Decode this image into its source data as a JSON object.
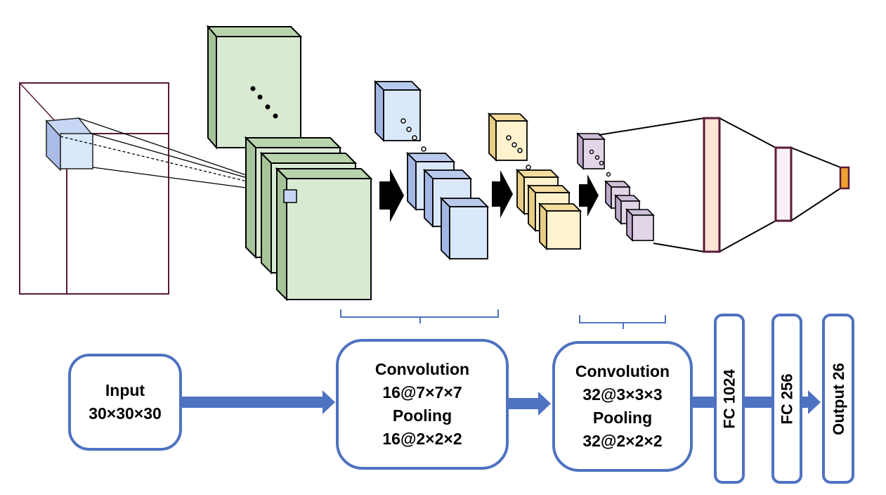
{
  "colors": {
    "accent": "#4f72c1",
    "input_volume_edge": "#5a1a3a",
    "conv1_maps": "#d9ead3",
    "pool1_maps": "#dae8fc",
    "conv2_maps": "#fff2cc",
    "pool2_maps": "#e1d5e7",
    "fc1024_layer": "#fce4d6",
    "output_layer": "#f0a030",
    "transition_arrow": "#000000"
  },
  "blocks": {
    "input": {
      "line1": "Input",
      "line2": "30×30×30"
    },
    "conv1": {
      "line1": "Convolution",
      "line2": "16@7×7×7",
      "line3": "Pooling",
      "line4": "16@2×2×2"
    },
    "conv2": {
      "line1": "Convolution",
      "line2": "32@3×3×3",
      "line3": "Pooling",
      "line4": "32@2×2×2"
    },
    "fc1": {
      "label": "FC 1024"
    },
    "fc2": {
      "label": "FC 256"
    },
    "output": {
      "label": "Output 26"
    }
  }
}
